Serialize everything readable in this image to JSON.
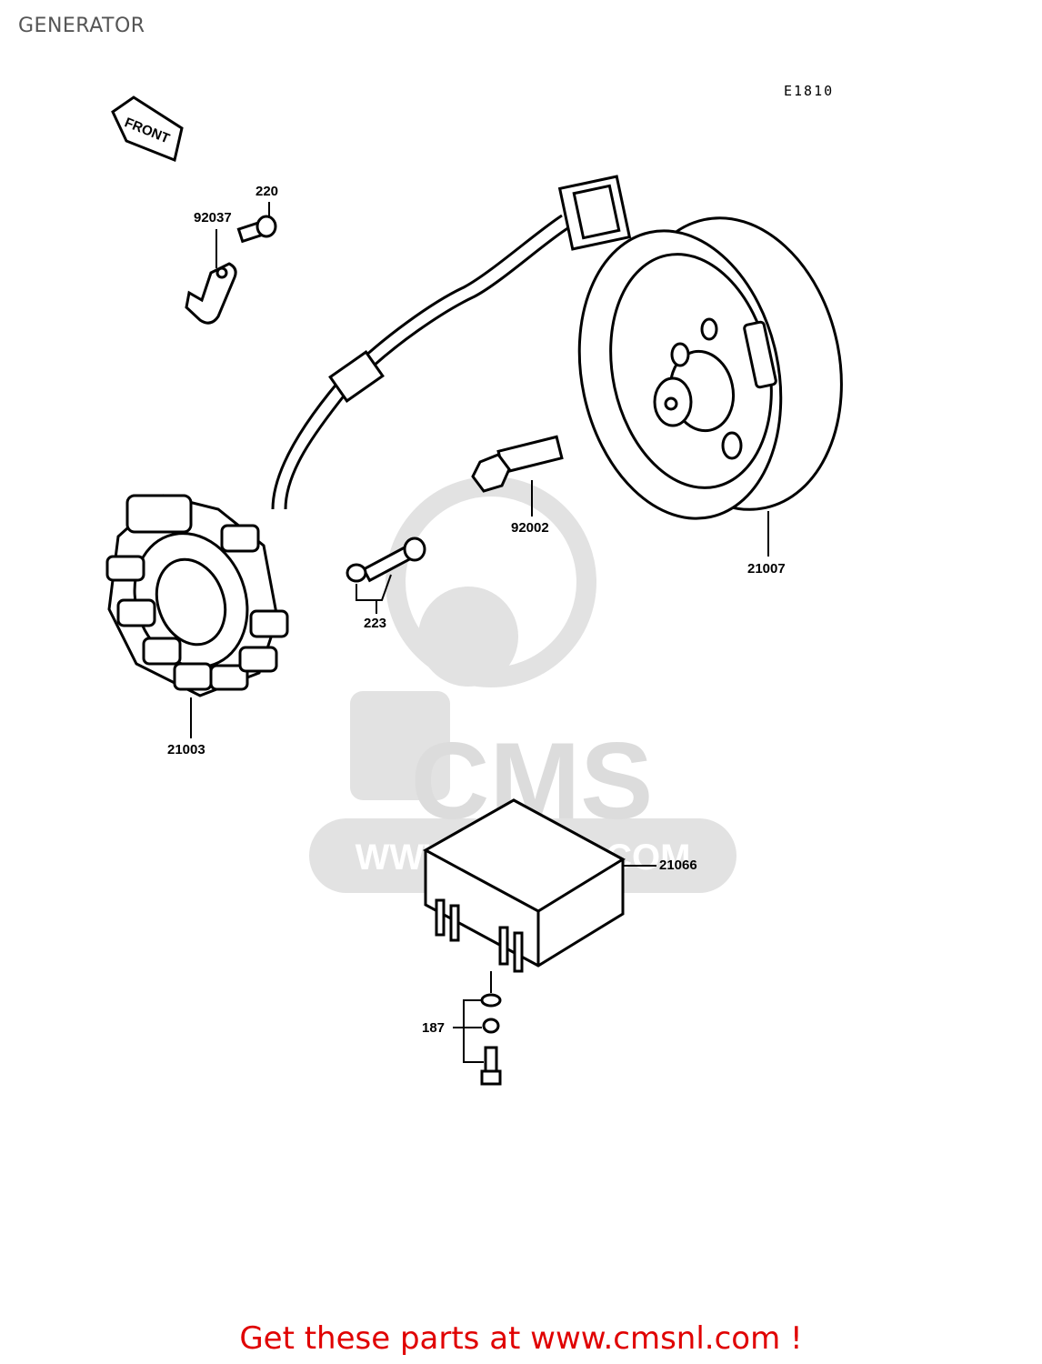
{
  "header": {
    "title": "GENERATOR",
    "ref_code": "E1810"
  },
  "diagram": {
    "front_arrow_label": "FRONT",
    "watermark_text": "CMS",
    "watermark_url": "WWW.CMSNL.COM",
    "parts": [
      {
        "number": "220",
        "name": "screw"
      },
      {
        "number": "92037",
        "name": "clamp"
      },
      {
        "number": "92002",
        "name": "bolt"
      },
      {
        "number": "223",
        "name": "screw with washer"
      },
      {
        "number": "21007",
        "name": "flywheel rotor"
      },
      {
        "number": "21003",
        "name": "stator coil"
      },
      {
        "number": "21066",
        "name": "regulator"
      },
      {
        "number": "187",
        "name": "bolt and washer set"
      }
    ]
  },
  "footer": {
    "cta": "Get these parts at www.cmsnl.com !"
  },
  "colors": {
    "footer_text": "#e00000",
    "line_art": "#000000",
    "watermark": "#dedede"
  }
}
